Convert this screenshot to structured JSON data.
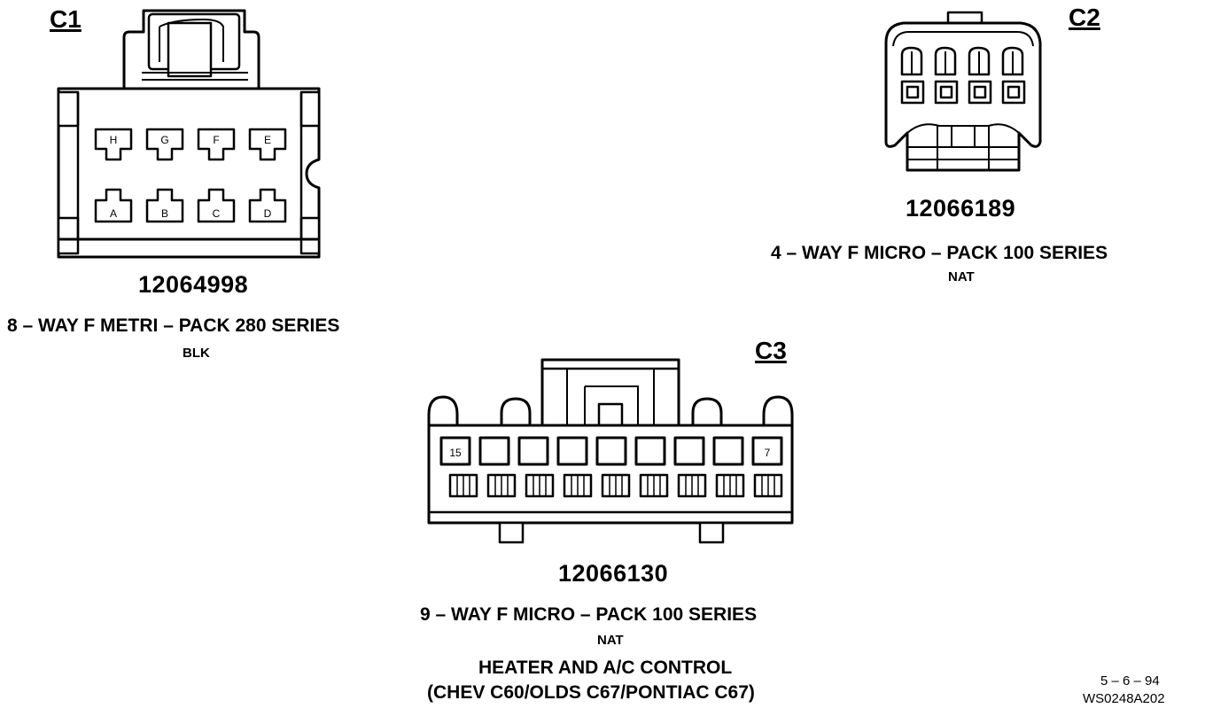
{
  "connectors": {
    "c1": {
      "label": "C1",
      "part_number": "12064998",
      "description": "8 – WAY F METRI – PACK 280 SERIES",
      "color": "BLK",
      "top_pins": [
        "H",
        "G",
        "F",
        "E"
      ],
      "bottom_pins": [
        "A",
        "B",
        "C",
        "D"
      ]
    },
    "c2": {
      "label": "C2",
      "part_number": "12066189",
      "description": "4 – WAY F MICRO – PACK 100 SERIES",
      "color": "NAT"
    },
    "c3": {
      "label": "C3",
      "part_number": "12066130",
      "description": "9 – WAY F MICRO – PACK 100 SERIES",
      "color": "NAT",
      "pin_first": "15",
      "pin_last": "7"
    }
  },
  "component": {
    "name": "HEATER AND A/C CONTROL",
    "applications": "(CHEV C60/OLDS C67/PONTIAC C67)"
  },
  "footer": {
    "date": "5 – 6 – 94",
    "figure_id": "WS0248A202"
  }
}
